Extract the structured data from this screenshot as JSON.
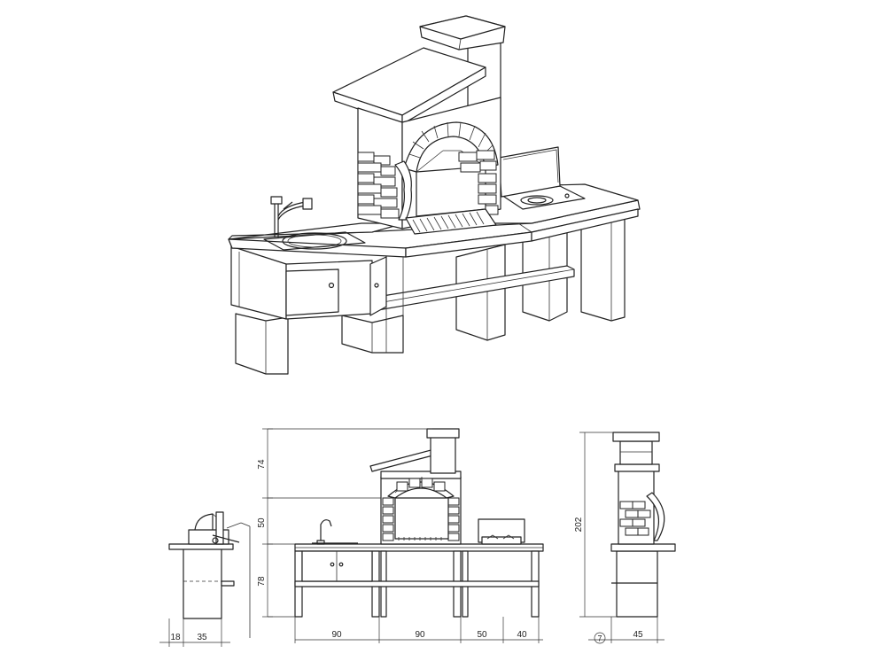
{
  "dimensions": {
    "side_left": {
      "a": "18",
      "b": "35"
    },
    "front_widths": [
      "90",
      "90",
      "50",
      "40"
    ],
    "front_heights": [
      "74",
      "50",
      "78"
    ],
    "side_right": {
      "height": "202",
      "depth": "45",
      "marker": "7"
    }
  }
}
